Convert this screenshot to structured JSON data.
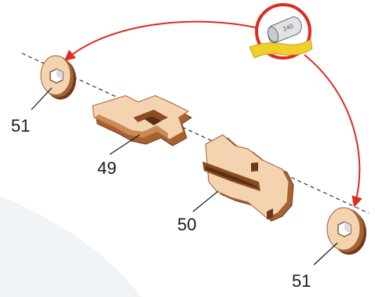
{
  "labels": {
    "washer_left": "51",
    "plate_49": "49",
    "plate_50": "50",
    "washer_right": "51"
  },
  "sandpaper_grade": "240",
  "colors": {
    "arrow": "#e02a1f",
    "wood_face": "#f3d3b0",
    "wood_edge": "#a8612f",
    "wood_dark": "#6b3a1b",
    "sandpaper": "#f0cf2a",
    "callout_circle": "#e02a1f",
    "leader": "#1a1a1a",
    "axis": "#333333"
  },
  "icons": [
    "sandpaper-roll-icon"
  ]
}
